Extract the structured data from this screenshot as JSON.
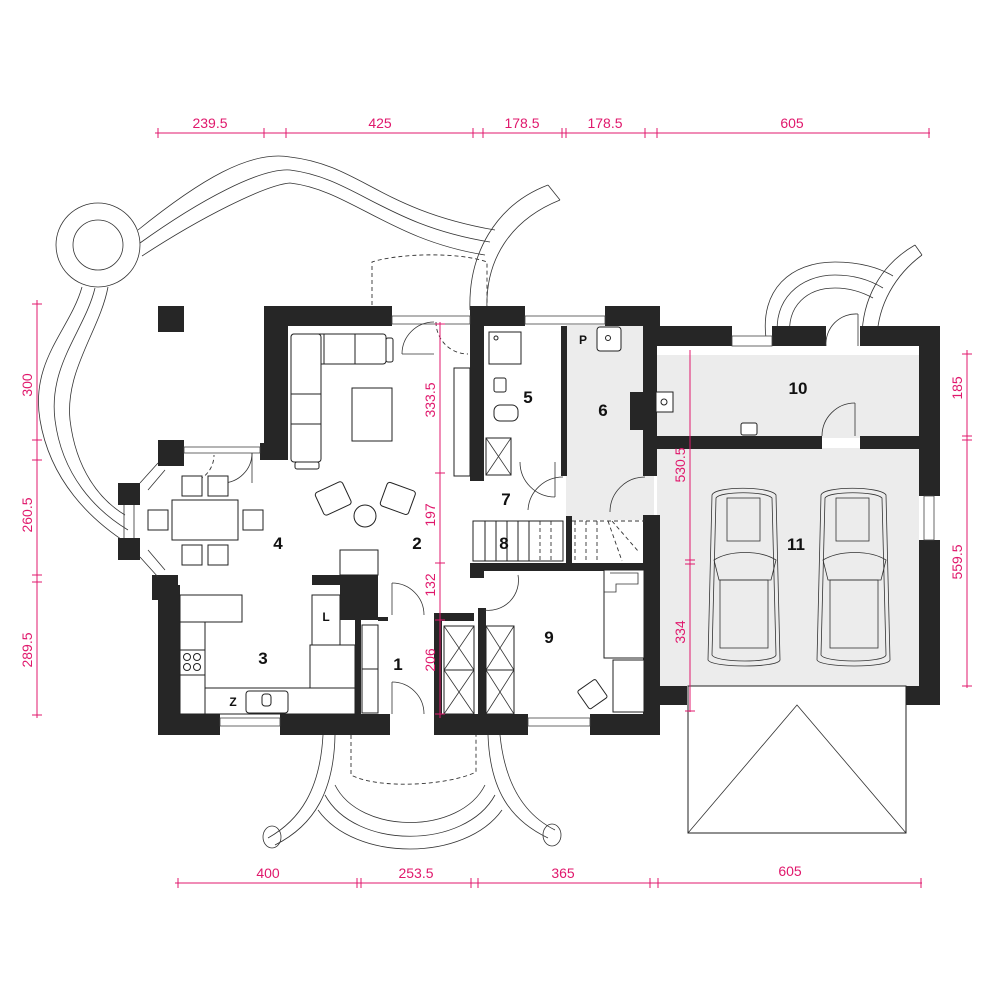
{
  "plan": {
    "type": "ground-floor-plan",
    "colors": {
      "walls": "#262626",
      "dimensions": "#e0186c",
      "service_floor": "#ececec"
    }
  },
  "dimensions": {
    "top": [
      "239.5",
      "425",
      "178.5",
      "178.5",
      "605"
    ],
    "bottom": [
      "400",
      "253.5",
      "365",
      "605"
    ],
    "left": [
      "300",
      "260.5",
      "289.5"
    ],
    "right": [
      "185",
      "559.5"
    ],
    "interior_left": [
      "333.5",
      "197",
      "132",
      "206"
    ],
    "interior_garage": [
      "530.5",
      "334"
    ]
  },
  "rooms": [
    {
      "id": "1",
      "label": "1"
    },
    {
      "id": "2",
      "label": "2"
    },
    {
      "id": "3",
      "label": "3"
    },
    {
      "id": "4",
      "label": "4"
    },
    {
      "id": "5",
      "label": "5"
    },
    {
      "id": "6",
      "label": "6"
    },
    {
      "id": "7",
      "label": "7"
    },
    {
      "id": "8",
      "label": "8"
    },
    {
      "id": "9",
      "label": "9"
    },
    {
      "id": "10",
      "label": "10"
    },
    {
      "id": "11",
      "label": "11"
    }
  ],
  "fixtures": {
    "fridge_label": "L",
    "sink_label": "Z",
    "boiler_label": "P"
  }
}
